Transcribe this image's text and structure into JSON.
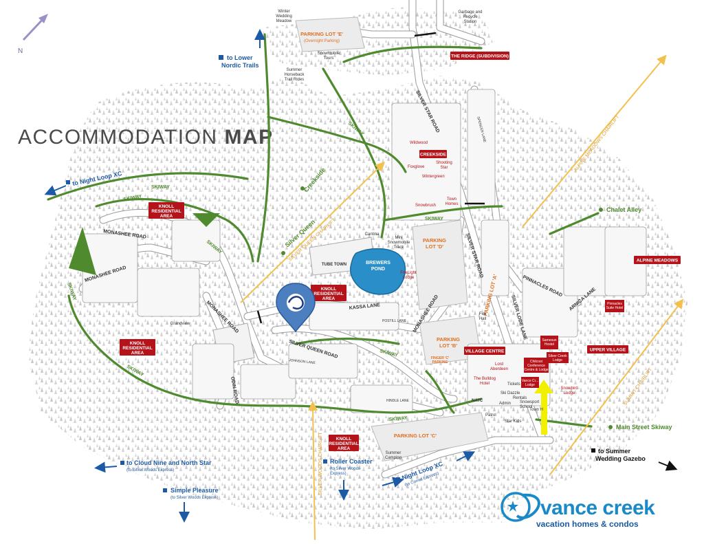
{
  "title": {
    "light": "ACCOMMODATION ",
    "bold": "MAP"
  },
  "compass": "N",
  "colors": {
    "ski": "#4f8a2e",
    "road_label": "#3a3a3a",
    "red_tag": "#b5131a",
    "blue_link": "#1d5aa6",
    "orange_label": "#e0701f",
    "lift": "#f2c04c",
    "highlight_arrow": "#f0f000"
  },
  "top_labels": {
    "winter_wedding": "Winter\nWedding\nMeadow",
    "garbage": "Garbage and\nRecycle\nStation",
    "summer_horseback": "Summer\nHorseback\nTrail Rides",
    "snowmobile_tours": "Snowmobile\nTours"
  },
  "parking": {
    "e": "PARKING LOT 'E'",
    "e_sub": "(Overnight Parking)",
    "d": "PARKING\nLOT 'D'",
    "b": "PARKING\nLOT 'B'",
    "c": "PARKING LOT 'C'",
    "a": "PARKING LOT 'A'",
    "finger": "FINGER 'C'\nPARKING"
  },
  "red_tags": {
    "ridge": "THE RIDGE (SUBDIVISION)",
    "creekside": "CREEKSIDE",
    "knoll": "KNOLL\nRESIDENTIAL\nAREA",
    "alpine_meadows": "ALPINE MEADOWS",
    "village_centre": "VILLAGE CENTRE",
    "upper_village": "UPPER VILLAGE"
  },
  "roads": {
    "silver_star": "SILVER STAR ROAD",
    "monashee": "MONASHEE ROAD",
    "pinnacles": "PINNACLES ROAD",
    "arnica": "ARNICA LANE",
    "silver_lode": "SILVER LODE LANE",
    "kassa": "KASSA LANE",
    "silver_queen_road": "SILVER QUEEN ROAD",
    "odin": "ODIN ROAD",
    "johnson": "JOHNSON LANE",
    "hindle": "HINDLE LANE",
    "postill": "POSTILL LANE",
    "spencer": "SPENCER LANE"
  },
  "ski_labels": {
    "skiway": "SKIWAY",
    "creekside": "Creekside",
    "chalet_alley": "Chalet Alley",
    "main_street": "Main Street Skiway",
    "silver_queen": "Silver Queen"
  },
  "lifts": {
    "alpine": "ALPINE MEADOWS CHAIRLIFT",
    "silver_queen": "SILVER QUEEN CHAIRLIFT",
    "silver_woods": "SILVER WOODS CHAIRLIFT",
    "summit": "SUMMIT CHAIRLIFT"
  },
  "links": {
    "lower_nordic": "to Lower\nNordic Trails",
    "night_loop": "to Night Loop XC",
    "cloud_nine": "to Cloud Nine and North Star",
    "cloud_nine_sub": "(to Silver Woods Express)",
    "simple_pleasure": "Simple Pleasure",
    "simple_pleasure_sub": "(to Silver Woods Express)",
    "roller_coaster": "Roller Coaster",
    "roller_coaster_sub": "(to Silver Woods\nExpress)",
    "night_loop_2": "Night Loop XC",
    "night_loop_2_sub": "(to Comet Express)",
    "summer_gazebo": "to Summer\nWedding Gazebo"
  },
  "places": {
    "tube_town": "TUBE TOWN",
    "cantina": "Cantina",
    "mini_snowmobile": "Mini\nSnowmobile\nTrack",
    "brewers_pond": "BREWERS\nPOND",
    "firelight": "FireLight\nLodge",
    "wildwood": "Wildwood",
    "foxglove": "Foxglove",
    "shooting_star": "Shooting\nStar",
    "wintergreen": "Wintergreen",
    "snowbrush": "Snowbrush",
    "town_homes": "Town\nHomes",
    "grandview": "Grandview",
    "summer_camping": "Summer\nCamping",
    "bulldog": "The Bulldog\nHotel",
    "lord_aberdeen": "Lord\nAberdeen",
    "fire_hall": "Fire\nHall",
    "tickets": "Tickets",
    "ski_dazzle": "Ski Dazzle",
    "admin": "Admin",
    "rentals": "Rentals",
    "snowsport": "Snowsport\nSchool",
    "town_h": "Town H",
    "patrol": "Patrol",
    "star_kids": "Star Kids",
    "natc": "NATC",
    "snowbird": "Snowbird\nLodge",
    "vance_lodge": "Vance Cr...\nLodge",
    "chilcoot": "Chilcoot\nConference\nCentre & Lodge",
    "silver_creek": "Silver Creek\nLodge",
    "samesun": "Samesun\nHostel",
    "pinnacles_hotel": "Pinnacles\nSuite Hotel"
  },
  "logo": {
    "name": "vance creek",
    "tagline": "vacation homes & condos"
  }
}
